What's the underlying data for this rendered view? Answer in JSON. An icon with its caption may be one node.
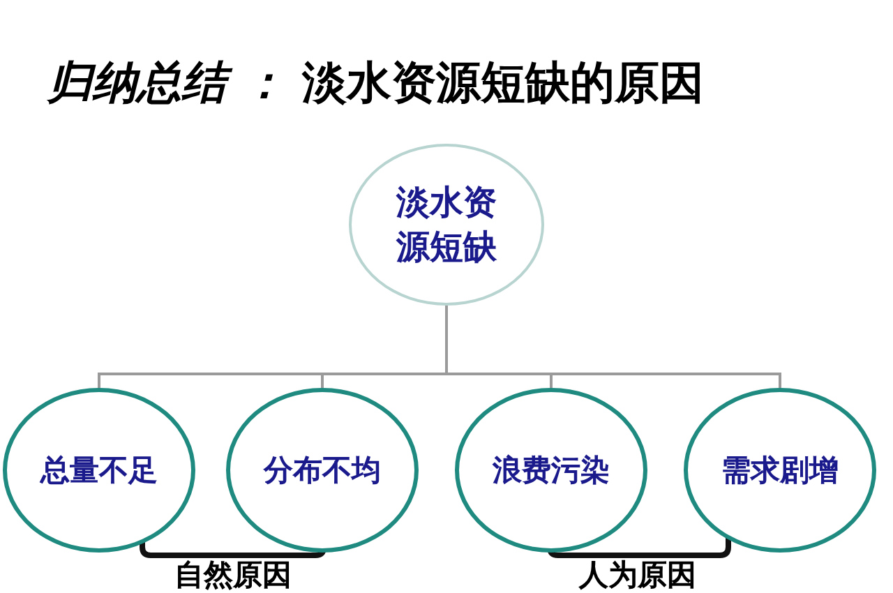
{
  "diagram": {
    "title": "*归纳总结 ：* 淡水资源短缺的原因",
    "nodes": [
      {
        "text": [
          "淡水资源短缺"
        ]
      },
      {
        "text": [
          "总量不足"
        ]
      },
      {
        "text": [
          "分布不均"
        ]
      },
      {
        "text": [
          "浪费污染"
        ]
      },
      {
        "text": [
          "需求剧增"
        ]
      }
    ],
    "edges": [
      {
        "from": 0,
        "to": 1,
        "arrow": "none"
      },
      {
        "from": 0,
        "to": 2,
        "arrow": "none"
      },
      {
        "from": 0,
        "to": 3,
        "arrow": "none"
      },
      {
        "from": 0,
        "to": 4,
        "arrow": "none"
      }
    ],
    "labels": [
      "自然原因",
      "人为原因"
    ]
  }
}
